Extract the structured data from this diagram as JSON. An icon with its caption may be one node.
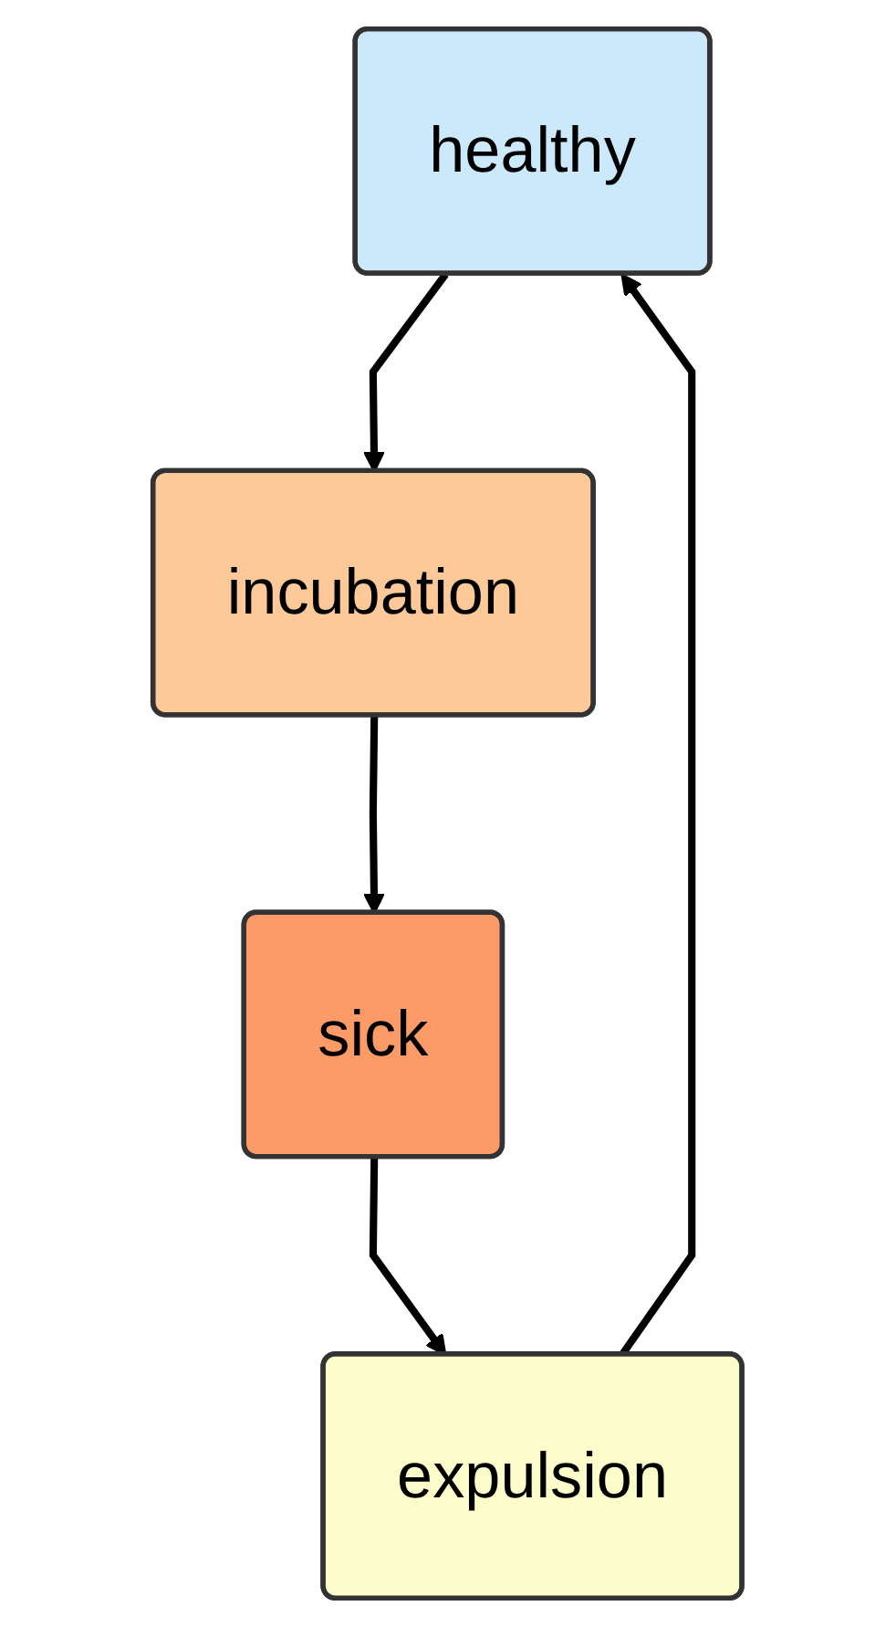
{
  "diagram": {
    "nodes": [
      {
        "text": [
          "healthy"
        ]
      },
      {
        "text": [
          "incubation"
        ]
      },
      {
        "text": [
          "sick"
        ]
      },
      {
        "text": [
          "expulsion"
        ]
      }
    ],
    "edges": [
      {
        "from": 0,
        "to": 1,
        "arrow": "to"
      },
      {
        "from": 1,
        "to": 2,
        "arrow": "to"
      },
      {
        "from": 2,
        "to": 3,
        "arrow": "to"
      },
      {
        "from": 3,
        "to": 0,
        "arrow": "to"
      }
    ]
  }
}
